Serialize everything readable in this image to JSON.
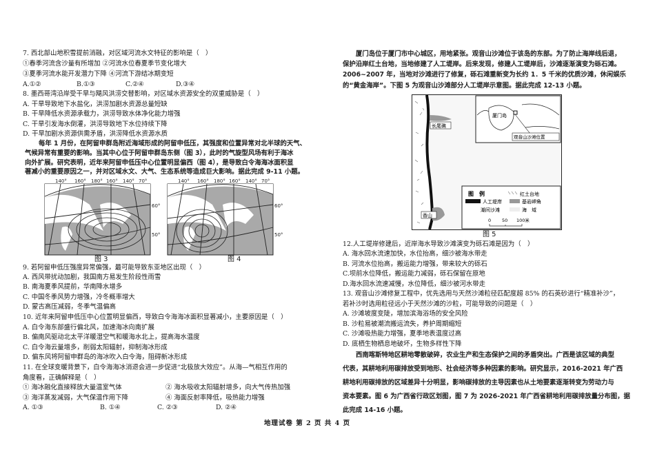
{
  "left": {
    "q7": {
      "stem": "7. 西北部山地积雪提前消融，对区域河流水文特征的影响是（　）",
      "opt_line1": "①春季河流含沙量有所增加 ②河流水位春夏季节变化增大",
      "opt_line2": "③夏季河流水能开发潜力下降 ④河流下游结冰期变短",
      "answers": [
        "A.①②",
        "B.①③",
        "C.②④",
        "D.③④"
      ]
    },
    "q8": {
      "stem": "8. 墨西哥湾沿岸受干旱与飓风洪涝交替影响，对区域水资源安全的双重威胁是（　）",
      "options": [
        "A. 干旱导致地下水盐化，洪涝加剧水资源总量短缺",
        "B. 干旱降低水资源承载力，洪涝导致水体净化能力增强",
        "C. 干旱引发海水倒灌，洪涝导致地下水位持续下降",
        "D. 干旱加剧水资源供需矛盾，洪涝降低水资源水质"
      ]
    },
    "passage": [
      "每年 1 月份，在阿留申群岛附近海域形成的阿留申低压，其强度和位置异常对北半球的天气、",
      "气候异常有重要的影响。当其中心位于阿留申群岛东侧（图 3），此时的气旋型风场有利于海冰",
      "向外扩展。研究表明，近年来阿留申低压中心位置明显偏西（图 4），是导致白令海海冰面积显",
      "著减小的重要原因之一，并对区域水文、大气、生态系统等造成巨大影响。据此完成 9-11 小题。"
    ],
    "maps": {
      "longitudes": [
        "140°",
        "160°",
        "180°",
        "160°",
        "140°",
        "70°"
      ],
      "latitudes": [
        "60°",
        "50°"
      ],
      "fig3_caption": "图 3",
      "fig4_caption": "图 4"
    },
    "q9": {
      "stem": "9. 若阿留申低压强度异常偏强，最可能导致东亚地区出现（　）",
      "options": [
        "A. 西风带扰动加剧，我国南方易发生阶段性雨雪",
        "B. 南海夏季风提前，华南降水增多",
        "C. 中国冬季风势力增强，冷冬概率增大",
        "D. 蒙古高压减弱，冬季气温偏高"
      ]
    },
    "q10": {
      "stem": "10. 近年来阿留申低压中心位置明显偏西，导致白令海海冰面积显著减小，主要原因是（　）",
      "options": [
        "A. 白令海东部盛行偏北风，加速海冰向南扩展",
        "B. 偏南风驱动北太平洋暖湿空气和暖海水北上，提高海水温度",
        "C. 白令海云量增多，削弱太阳辐射，抑制海冰形成",
        "D. 偏东风将阿留申群岛的海冰吹入白令海，阻碍新冰形成"
      ]
    },
    "q11": {
      "stem_line1": "11. 在全球变暖背景下，白令海海冰消退会进一步促进“北极放大效应”。从海—气相互作用的",
      "stem_line2": "角度看，正确解释是（　）",
      "items": [
        "① 海冰融化直接释放大量温室气体",
        "② 海水吸收太阳辐射增多，向大气传热加强",
        "③ 海洋蒸发减弱，大气保温作用下降",
        "④ 海面反射率降低，吸热能力增强"
      ],
      "answers": [
        "A. ①③",
        "B. ①④",
        "C. ②③",
        "D. ②④"
      ]
    }
  },
  "right": {
    "passage": [
      "厦门岛位于厦门市中心城区，用地紧张。观音山沙滩位于该岛的东部。为了防止海岸线后退，",
      "保护沿岸红土台地，当地修建了人工堤岸。后来发现，修建人工堤岸后，沙滩逐渐演变为砾石滩。",
      "2006~2007 年，当地对沙滩进行了修复，砾石滩重新变为长约 1．5 千米的优质沙滩，休闲娱乐",
      "的“黄金海岸”。下图 5 为观音山沙滩部分人工堤岸示意图。据此完成 12-13 小题。"
    ],
    "fig5": {
      "place_changweiji": "长尾礁",
      "place_xiangshan": "香山",
      "inset_island": "厦门岛",
      "inset_location": "观音山沙滩位置",
      "legend_title": "图　例",
      "legend_items": [
        "红土台地",
        "人工堤岸",
        "基岩岬角",
        "潮间沙滩",
        "海　域"
      ],
      "scale_labels": [
        "0",
        "50",
        "100米"
      ],
      "caption": "图 5"
    },
    "q12": {
      "stem": "12.人工堤岸修建后，近岸海水导致沙滩演变为砾石滩是因为（　）",
      "options": [
        "A. 海水回水流速加快，水位抬高，细沙被海水带走",
        "B. 河流水位抬高，搬运能力增强，带来较大的砾石",
        "C.坝前水位降低，搬运能力减弱，砾石保留在原地",
        "D.海水回水流速减慢，水位降低，细沙被河水带走"
      ]
    },
    "q13": {
      "stem_line1": "13. 观音山沙滩修复工程中，优先选用与天然沙滩粒径匹配度超 85% 的石英砂进行“精准补沙”，",
      "stem_line2": "若补沙时选用粒径远小于天然沙滩的沙粒，可能导致的问题是（　）",
      "options": [
        "A. 沙滩坡度变陡，增加滨海浴场的安全风险",
        "B. 沙粒易被潮流搬运流失，养护周期缩短",
        "C. 沙滩吸热能力增强，夏季地表温度过高",
        "D. 底栖生物栖息地破坏，生物多样性下降"
      ]
    },
    "passage2": [
      "西南喀斯特地区耕地零散破碎，农业生产和生态保护之间的矛盾突出。广西是该区域的典型",
      "代表，其耕地利用碳排放受到地形、社会经济等多种因素的影响。研究显示，2016-2021 年广西",
      "耕地利用碳排放的区域差异十分明显，影响碳排放的主导因素也从土地要素逐渐转变为劳动力与",
      "资本要素。图 6 为广西省行政区划图，图 7 为 2026-2021 年广西省耕地利用碳排放量分布图，据",
      "此完成 14-16 小题。"
    ]
  },
  "footer": "地理试卷 第 2 页 共 4 页"
}
